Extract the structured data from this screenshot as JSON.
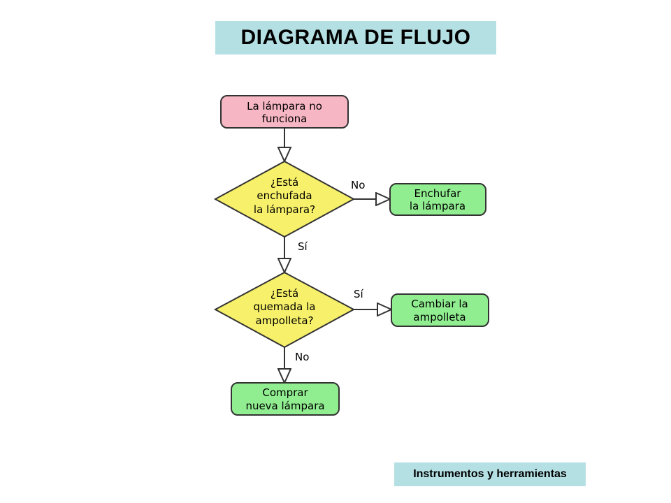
{
  "header": {
    "title": "DIAGRAMA DE FLUJO"
  },
  "footer": {
    "label": "Instrumentos y herramientas"
  },
  "colors": {
    "header_bg": "#b4dfe3",
    "start_fill": "#f7b6c3",
    "decision_fill": "#f7f06a",
    "action_fill": "#90ee90",
    "stroke": "#333333"
  },
  "flowchart": {
    "nodes": {
      "start": {
        "type": "terminal",
        "lines": [
          "La lámpara no",
          "funciona"
        ]
      },
      "q1": {
        "type": "decision",
        "lines": [
          "¿Está",
          "enchufada",
          "la lámpara?"
        ]
      },
      "a1": {
        "type": "process",
        "lines": [
          "Enchufar",
          "la lámpara"
        ]
      },
      "q2": {
        "type": "decision",
        "lines": [
          "¿Está",
          "quemada la",
          "ampolleta?"
        ]
      },
      "a2": {
        "type": "process",
        "lines": [
          "Cambiar la",
          "ampolleta"
        ]
      },
      "a3": {
        "type": "process",
        "lines": [
          "Comprar",
          "nueva lámpara"
        ]
      }
    },
    "edges": [
      {
        "from": "start",
        "to": "q1",
        "label": ""
      },
      {
        "from": "q1",
        "to": "a1",
        "label": "No"
      },
      {
        "from": "q1",
        "to": "q2",
        "label": "Sí"
      },
      {
        "from": "q2",
        "to": "a2",
        "label": "Sí"
      },
      {
        "from": "q2",
        "to": "a3",
        "label": "No"
      }
    ]
  }
}
